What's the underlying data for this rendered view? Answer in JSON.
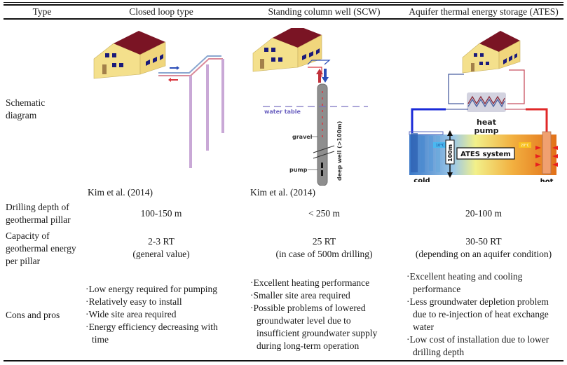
{
  "table": {
    "headers": [
      "Type",
      "Closed loop type",
      "Standing column well (SCW)",
      "Aquifer thermal energy storage (ATES)"
    ],
    "rows": {
      "schematic": {
        "label_line1": "Schematic",
        "label_line2": "diagram",
        "closed_loop": {
          "caption": "Kim et al. (2014)"
        },
        "scw": {
          "caption": "Kim et al. (2014)",
          "labels": {
            "water_table": "water table",
            "gravel": "gravel",
            "pump": "pump",
            "deep_well": "deep well (>100m)"
          }
        },
        "ates": {
          "labels": {
            "heat": "heat",
            "pump": "pump",
            "depth": "100m",
            "system": "ATES system",
            "cold": "cold",
            "hot": "hot",
            "temp_cold": "10°C",
            "temp_hot": "20°C"
          }
        }
      },
      "drilling_depth": {
        "label_line1": "Drilling depth of",
        "label_line2": "geothermal pillar",
        "closed_loop": "100-150 m",
        "scw": "< 250 m",
        "ates": "20-100 m"
      },
      "capacity": {
        "label_line1": "Capacity of",
        "label_line2": "geothermal energy",
        "label_line3": "per pillar",
        "closed_loop": {
          "value": "2-3 RT",
          "note": "(general value)"
        },
        "scw": {
          "value": "25 RT",
          "note": "(in case of 500m drilling)"
        },
        "ates": {
          "value": "30-50 RT",
          "note": "(depending on an aquifer condition)"
        }
      },
      "cons_pros": {
        "label": "Cons and pros",
        "closed_loop": [
          "Low energy required for pumping",
          "Relatively easy to install",
          "Wide site area required",
          "Energy efficiency decreasing with time"
        ],
        "scw": [
          "Excellent heating performance",
          "Smaller site area required",
          "Possible problems of lowered groundwater level due to insufficient groundwater supply during long-term operation"
        ],
        "ates": [
          "Excellent heating and cooling performance",
          "Less groundwater depletion problem due to re-injection of heat exchange water",
          "Low cost of installation due to lower drilling depth"
        ]
      }
    }
  },
  "colors": {
    "wall": "#f4e08c",
    "roof": "#7a1424",
    "window": "#1a1a7a",
    "pipe_hot": "#d9363e",
    "pipe_cold": "#2a4db8"
  }
}
